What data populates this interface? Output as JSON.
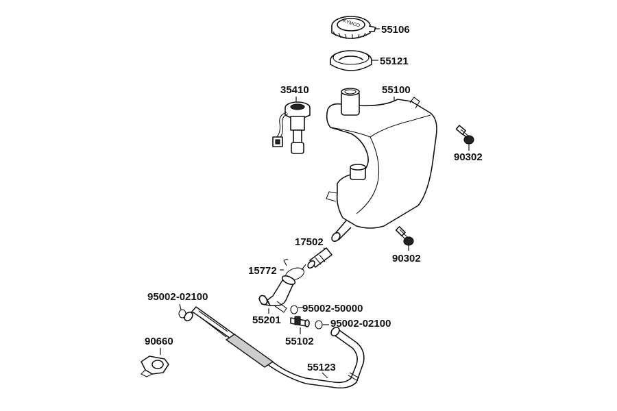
{
  "diagram": {
    "parts": [
      {
        "id": "cap",
        "number": "55106"
      },
      {
        "id": "cap-seal",
        "number": "55121"
      },
      {
        "id": "level-sensor",
        "number": "35410"
      },
      {
        "id": "tank",
        "number": "55100"
      },
      {
        "id": "bolt-upper",
        "number": "90302"
      },
      {
        "id": "bolt-lower",
        "number": "90302"
      },
      {
        "id": "fitting",
        "number": "17502"
      },
      {
        "id": "clamp-spring",
        "number": "15772"
      },
      {
        "id": "clip-left",
        "number": "95002-02100"
      },
      {
        "id": "clip-elbow",
        "number": "95002-50000"
      },
      {
        "id": "elbow",
        "number": "55201"
      },
      {
        "id": "clip-right",
        "number": "95002-02100"
      },
      {
        "id": "joint",
        "number": "55102"
      },
      {
        "id": "holder",
        "number": "90660"
      },
      {
        "id": "hose",
        "number": "55123"
      }
    ],
    "cap_text": "KYMCO"
  }
}
